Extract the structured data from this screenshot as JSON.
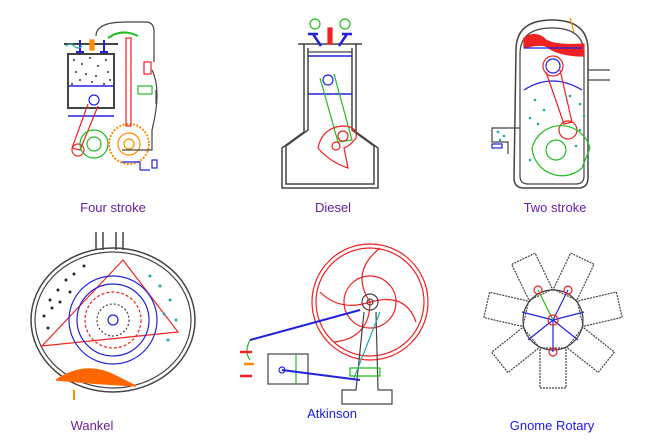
{
  "page": {
    "engines": [
      {
        "id": "four-stroke",
        "label": "Four stroke",
        "link_state": "visited"
      },
      {
        "id": "diesel",
        "label": "Diesel",
        "link_state": "visited"
      },
      {
        "id": "two-stroke",
        "label": "Two stroke",
        "link_state": "visited"
      },
      {
        "id": "wankel",
        "label": "Wankel",
        "link_state": "visited"
      },
      {
        "id": "atkinson",
        "label": "Atkinson",
        "link_state": "unvisited"
      },
      {
        "id": "gnome-rotary",
        "label": "Gnome Rotary",
        "link_state": "unvisited"
      }
    ],
    "colors": {
      "visited_link": "#6a1fa8",
      "unvisited_link": "#1a1aee",
      "outline": "#444444",
      "red": "#ee2222",
      "blue": "#2222dd",
      "green": "#22bb22",
      "orange": "#ff8800",
      "teal": "#22aaaa"
    }
  }
}
